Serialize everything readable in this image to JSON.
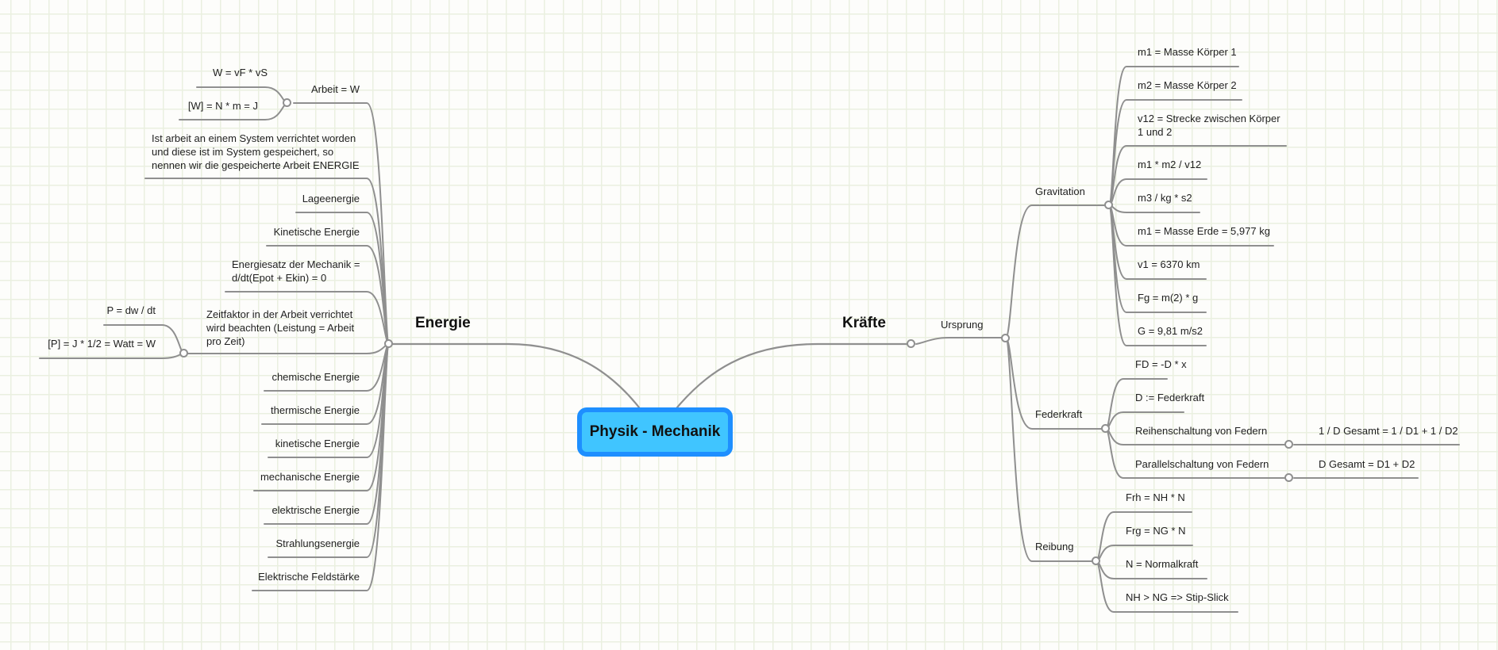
{
  "colors": {
    "line": "#8f8f8f",
    "center_fill": "#40c5ff",
    "center_border": "#1e8fff",
    "grid": "#eaf0e0"
  },
  "center": {
    "label": "Physik - Mechanik"
  },
  "branches": {
    "energie": {
      "label": "Energie",
      "children": [
        {
          "label": "Arbeit = W",
          "children": [
            {
              "label": "W = vF * vS"
            },
            {
              "label": "[W] = N * m = J"
            }
          ]
        },
        {
          "label": "Ist arbeit an einem System verrichtet worden\nund diese ist im System gespeichert, so\nnennen wir die gespeicherte Arbeit ENERGIE"
        },
        {
          "label": "Lageenergie"
        },
        {
          "label": "Kinetische Energie"
        },
        {
          "label": "Energiesatz der Mechanik =\nd/dt(Epot + Ekin) = 0"
        },
        {
          "label": "Zeitfaktor in der Arbeit verrichtet\nwird beachten (Leistung = Arbeit\npro Zeit)",
          "children": [
            {
              "label": "P = dw / dt"
            },
            {
              "label": "[P] = J * 1/2 = Watt = W"
            }
          ]
        },
        {
          "label": "chemische Energie"
        },
        {
          "label": "thermische Energie"
        },
        {
          "label": "kinetische Energie"
        },
        {
          "label": "mechanische Energie"
        },
        {
          "label": "elektrische Energie"
        },
        {
          "label": "Strahlungsenergie"
        },
        {
          "label": "Elektrische Feldstärke"
        }
      ]
    },
    "kraefte": {
      "label": "Kräfte",
      "children": [
        {
          "label": "Ursprung",
          "children": [
            {
              "label": "Gravitation",
              "children": [
                {
                  "label": "m1 = Masse Körper 1"
                },
                {
                  "label": "m2 = Masse Körper 2"
                },
                {
                  "label": "v12 = Strecke zwischen Körper\n1 und 2"
                },
                {
                  "label": "m1 * m2 / v12"
                },
                {
                  "label": "m3 / kg * s2"
                },
                {
                  "label": "m1 = Masse Erde = 5,977 kg"
                },
                {
                  "label": "v1 = 6370 km"
                },
                {
                  "label": "Fg = m(2) * g"
                },
                {
                  "label": "G = 9,81 m/s2"
                }
              ]
            },
            {
              "label": "Federkraft",
              "children": [
                {
                  "label": "FD = -D * x"
                },
                {
                  "label": "D := Federkraft"
                },
                {
                  "label": "Reihenschaltung von Federn",
                  "children": [
                    {
                      "label": "1 / D Gesamt = 1 / D1 + 1 / D2"
                    }
                  ]
                },
                {
                  "label": "Parallelschaltung von Federn",
                  "children": [
                    {
                      "label": "D Gesamt = D1 + D2"
                    }
                  ]
                }
              ]
            },
            {
              "label": "Reibung",
              "children": [
                {
                  "label": "Frh = NH * N"
                },
                {
                  "label": "Frg = NG * N"
                },
                {
                  "label": "N = Normalkraft"
                },
                {
                  "label": "NH > NG => Stip-Slick"
                }
              ]
            }
          ]
        }
      ]
    }
  }
}
